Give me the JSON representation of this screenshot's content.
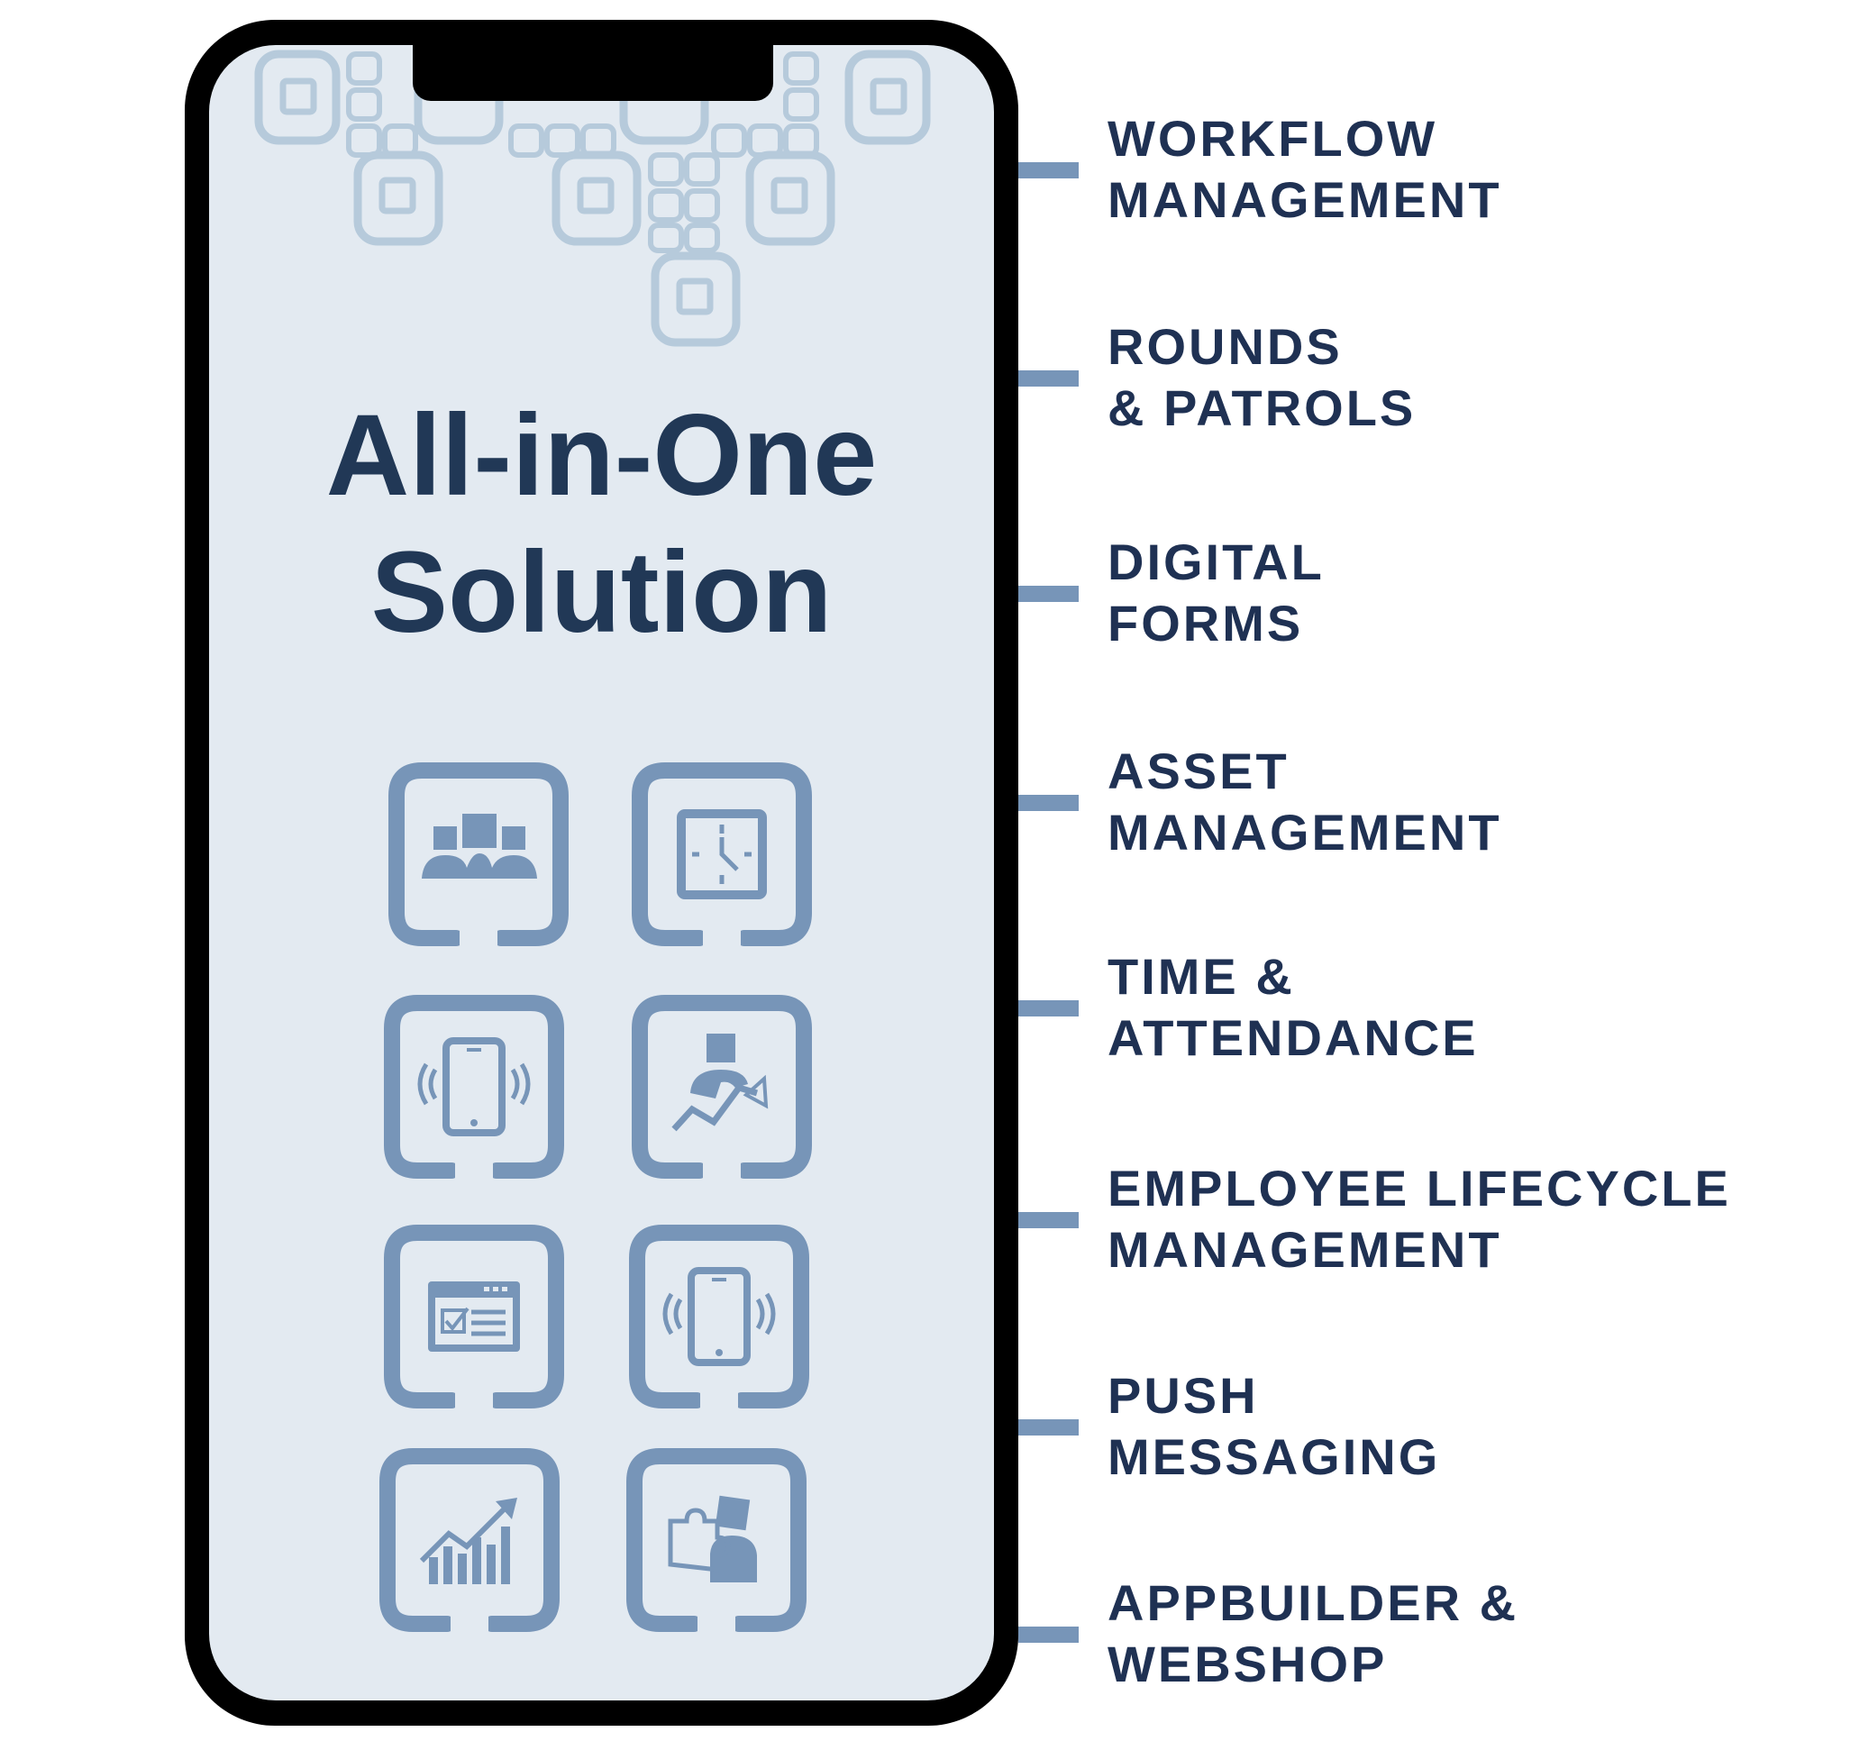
{
  "headline": {
    "line1": "All-in-One",
    "line2": "Solution"
  },
  "colors": {
    "phone_frame": "#000000",
    "screen_bg": "#e3eaf1",
    "icon": "#7795b8",
    "pattern": "#b6cadb",
    "text_dark": "#1f3153",
    "connector": "#7795b8"
  },
  "icons": [
    {
      "name": "team-icon"
    },
    {
      "name": "clock-icon"
    },
    {
      "name": "mobile-signal-icon"
    },
    {
      "name": "growth-person-icon"
    },
    {
      "name": "browser-checklist-icon"
    },
    {
      "name": "mobile-signal-icon"
    },
    {
      "name": "bar-chart-trend-icon"
    },
    {
      "name": "puzzle-person-icon"
    }
  ],
  "features": [
    {
      "line1": "WORKFLOW",
      "line2": "MANAGEMENT"
    },
    {
      "line1": "ROUNDS",
      "line2": "& PATROLS"
    },
    {
      "line1": "DIGITAL",
      "line2": "FORMS"
    },
    {
      "line1": "ASSET",
      "line2": "MANAGEMENT"
    },
    {
      "line1": "TIME &",
      "line2": "ATTENDANCE"
    },
    {
      "line1": "EMPLOYEE LIFECYCLE",
      "line2": "MANAGEMENT"
    },
    {
      "line1": "PUSH",
      "line2": "MESSAGING"
    },
    {
      "line1": "APPBUILDER &",
      "line2": "WEBSHOP"
    }
  ]
}
